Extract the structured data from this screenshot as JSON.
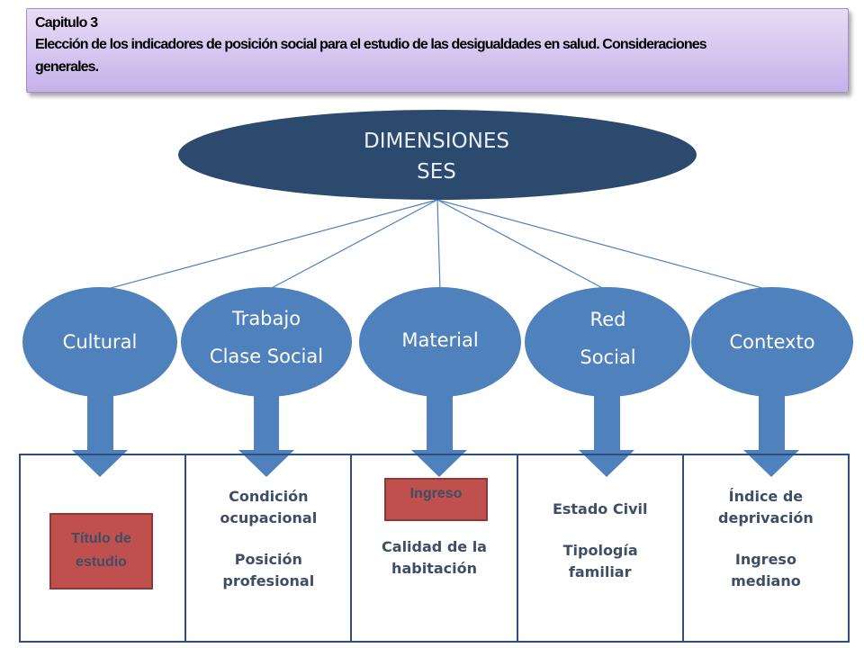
{
  "header": {
    "title_line1": "Capitulo 3",
    "title_line2": "Elección de los indicadores de posición social para el estudio de las desigualdades en salud. Consideraciones",
    "title_line3": "generales."
  },
  "root": {
    "line1": "DIMENSIONES",
    "line2": "SES"
  },
  "dimensions": [
    {
      "lines": [
        "Cultural"
      ]
    },
    {
      "lines": [
        "Trabajo",
        "Clase Social"
      ]
    },
    {
      "lines": [
        "Material"
      ]
    },
    {
      "lines": [
        "Red",
        "Social"
      ]
    },
    {
      "lines": [
        "Contexto"
      ]
    }
  ],
  "indicators": [
    {
      "highlight": "Título de estudio",
      "items": []
    },
    {
      "items": [
        "Condición ocupacional",
        "Posición profesional"
      ]
    },
    {
      "highlight": "Ingreso",
      "items": [
        "Calidad de la habitación"
      ]
    },
    {
      "items": [
        "Estado Civil",
        "Tipología familiar"
      ]
    },
    {
      "items": [
        "Índice de deprivación",
        "Ingreso mediano"
      ]
    }
  ],
  "colors": {
    "root_fill": "#2c4a6e",
    "dimension_fill": "#4f81bd",
    "highlight_fill": "#c0504d",
    "border": "#2f4d7e"
  }
}
